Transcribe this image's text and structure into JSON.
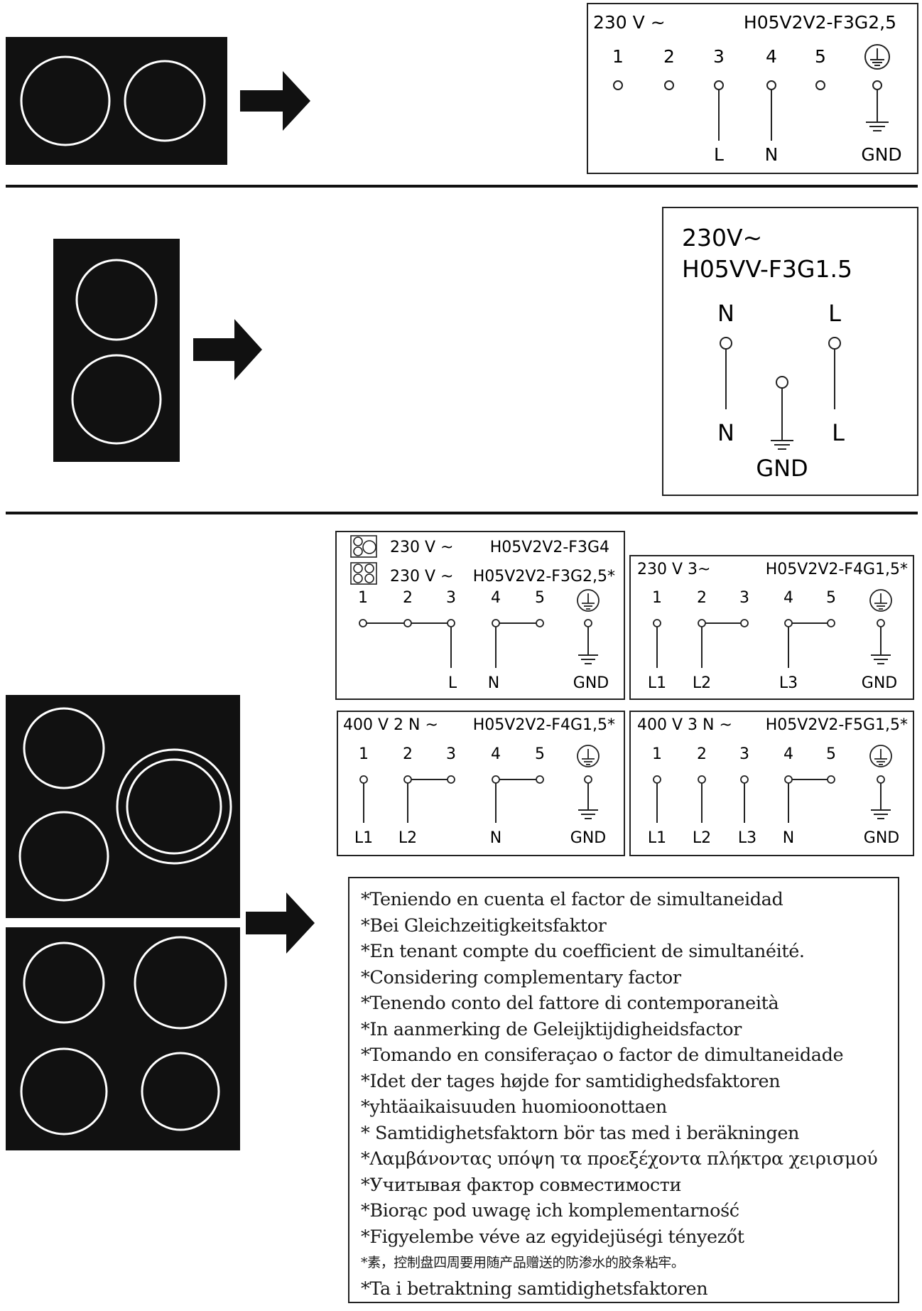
{
  "section1": {
    "voltage": "230 V ~",
    "cable": "H05V2V2-F3G2,5",
    "terminals": [
      "1",
      "2",
      "3",
      "4",
      "5"
    ],
    "bottom_labels": [
      "L",
      "N",
      "GND"
    ]
  },
  "section2": {
    "voltage": "230V~",
    "cable": "H05VV-F3G1.5",
    "top_labels": [
      "N",
      "L"
    ],
    "bottom_labels": [
      "N",
      "L"
    ],
    "gnd_label": "GND"
  },
  "section3": {
    "box_a": {
      "line1_voltage": "230 V ~",
      "line1_cable": "H05V2V2-F3G4",
      "line2_voltage": "230 V ~",
      "line2_cable": "H05V2V2-F3G2,5*",
      "terminals": [
        "1",
        "2",
        "3",
        "4",
        "5"
      ],
      "bottom_labels": [
        "L",
        "N",
        "GND"
      ]
    },
    "box_b": {
      "voltage": "230 V 3~",
      "cable": "H05V2V2-F4G1,5*",
      "terminals": [
        "1",
        "2",
        "3",
        "4",
        "5"
      ],
      "bottom_labels": [
        "L1",
        "L2",
        "L3",
        "GND"
      ]
    },
    "box_c": {
      "voltage": "400 V 2 N ~",
      "cable": "H05V2V2-F4G1,5*",
      "terminals": [
        "1",
        "2",
        "3",
        "4",
        "5"
      ],
      "bottom_labels": [
        "L1",
        "L2",
        "N",
        "GND"
      ]
    },
    "box_d": {
      "voltage": "400 V 3 N ~",
      "cable": "H05V2V2-F5G1,5*",
      "terminals": [
        "1",
        "2",
        "3",
        "4",
        "5"
      ],
      "bottom_labels": [
        "L1",
        "L2",
        "L3",
        "N",
        "GND"
      ]
    }
  },
  "notes": [
    "*Teniendo en cuenta el factor de simultaneidad",
    "*Bei Gleichzeitigkeitsfaktor",
    "*En tenant compte du coefficient de simultanéité.",
    "*Considering complementary factor",
    "*Tenendo conto del fattore di contemporaneità",
    "*In aanmerking de Geleijktijdigheidsfactor",
    "*Tomando en consiferaçao o factor de dimultaneidade",
    "*Idet der tages højde for samtidighedsfaktoren",
    "*yhtäaikaisuuden huomioonottaen",
    "* Samtidighetsfaktorn bör tas med i beräkningen",
    "*Λαμβάνοντας υπόψη τα προεξέχοντα πλήκτρα χειρισμού",
    "*Учитывая фактор совместимости",
    "*Biorąc pod uwagę ich komplementarność",
    "*Figyelembe véve az egyidejüségi tényezőt",
    "*素，控制盘四周要用随产品赠送的防渗水的胶条粘牢。",
    "*Ta i betraktning samtidighetsfaktoren"
  ]
}
